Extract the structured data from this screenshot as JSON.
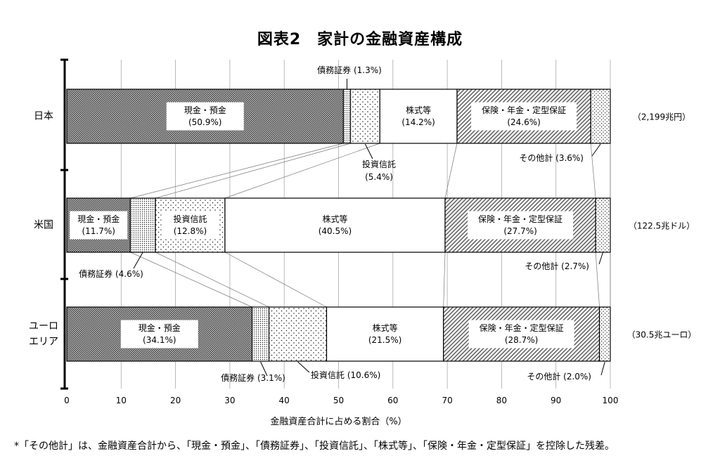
{
  "title": "図表2　家計の金融資産構成",
  "footnote": "*「その他計」は、金融資産合計から、「現金・預金」、「債務証券」、「投資信託」、「株式等」、「保険・年金・定型保証」を控除した残差。",
  "chart_data": {
    "type": "bar",
    "orientation": "horizontal",
    "stacked": true,
    "title": "図表2　家計の金融資産構成",
    "xlabel": "金融資産合計に占める割合（%）",
    "xlim": [
      0,
      100
    ],
    "xticks": [
      "0",
      "10",
      "20",
      "30",
      "40",
      "50",
      "60",
      "70",
      "80",
      "90",
      "100"
    ],
    "grid": true,
    "categories": [
      {
        "label": "日本",
        "total": "（2,199兆円）"
      },
      {
        "label": "米国",
        "total": "（122.5兆ドル）"
      },
      {
        "label": "ユーロエリア",
        "label_lines": [
          "ユーロ",
          "エリア"
        ],
        "total": "（30.5兆ユーロ）"
      }
    ],
    "series": [
      {
        "name": "現金・預金",
        "pattern": "dense-dots",
        "values": [
          50.9,
          11.7,
          34.1
        ],
        "labels": [
          "現金・預金|(50.9%)",
          "現金・預金|(11.7%)",
          "現金・預金|(34.1%)"
        ]
      },
      {
        "name": "債務証券",
        "pattern": "fine-dots",
        "values": [
          1.3,
          4.6,
          3.1
        ],
        "labels": [
          "債務証券 (1.3%)",
          "債務証券 (4.6%)",
          "債務証券 (3.1%)"
        ]
      },
      {
        "name": "投資信託",
        "pattern": "sparse-dots",
        "values": [
          5.4,
          12.8,
          10.6
        ],
        "labels": [
          "投資信託|(5.4%)",
          "投資信託|(12.8%)",
          "投資信託 (10.6%)"
        ]
      },
      {
        "name": "株式等",
        "pattern": "none",
        "values": [
          14.2,
          40.5,
          21.5
        ],
        "labels": [
          "株式等|(14.2%)",
          "株式等|(40.5%)",
          "株式等|(21.5%)"
        ]
      },
      {
        "name": "保険・年金・定型保証",
        "pattern": "hatch",
        "values": [
          24.6,
          27.7,
          28.7
        ],
        "labels": [
          "保険・年金・定型保証|(24.6%)",
          "保険・年金・定型保証|(27.7%)",
          "保険・年金・定型保証|(28.7%)"
        ]
      },
      {
        "name": "その他計",
        "pattern": "grid-dots",
        "values": [
          3.6,
          2.7,
          2.0
        ],
        "labels": [
          "その他計 (3.6%)",
          "その他計 (2.7%)",
          "その他計 (2.0%)"
        ]
      }
    ]
  }
}
